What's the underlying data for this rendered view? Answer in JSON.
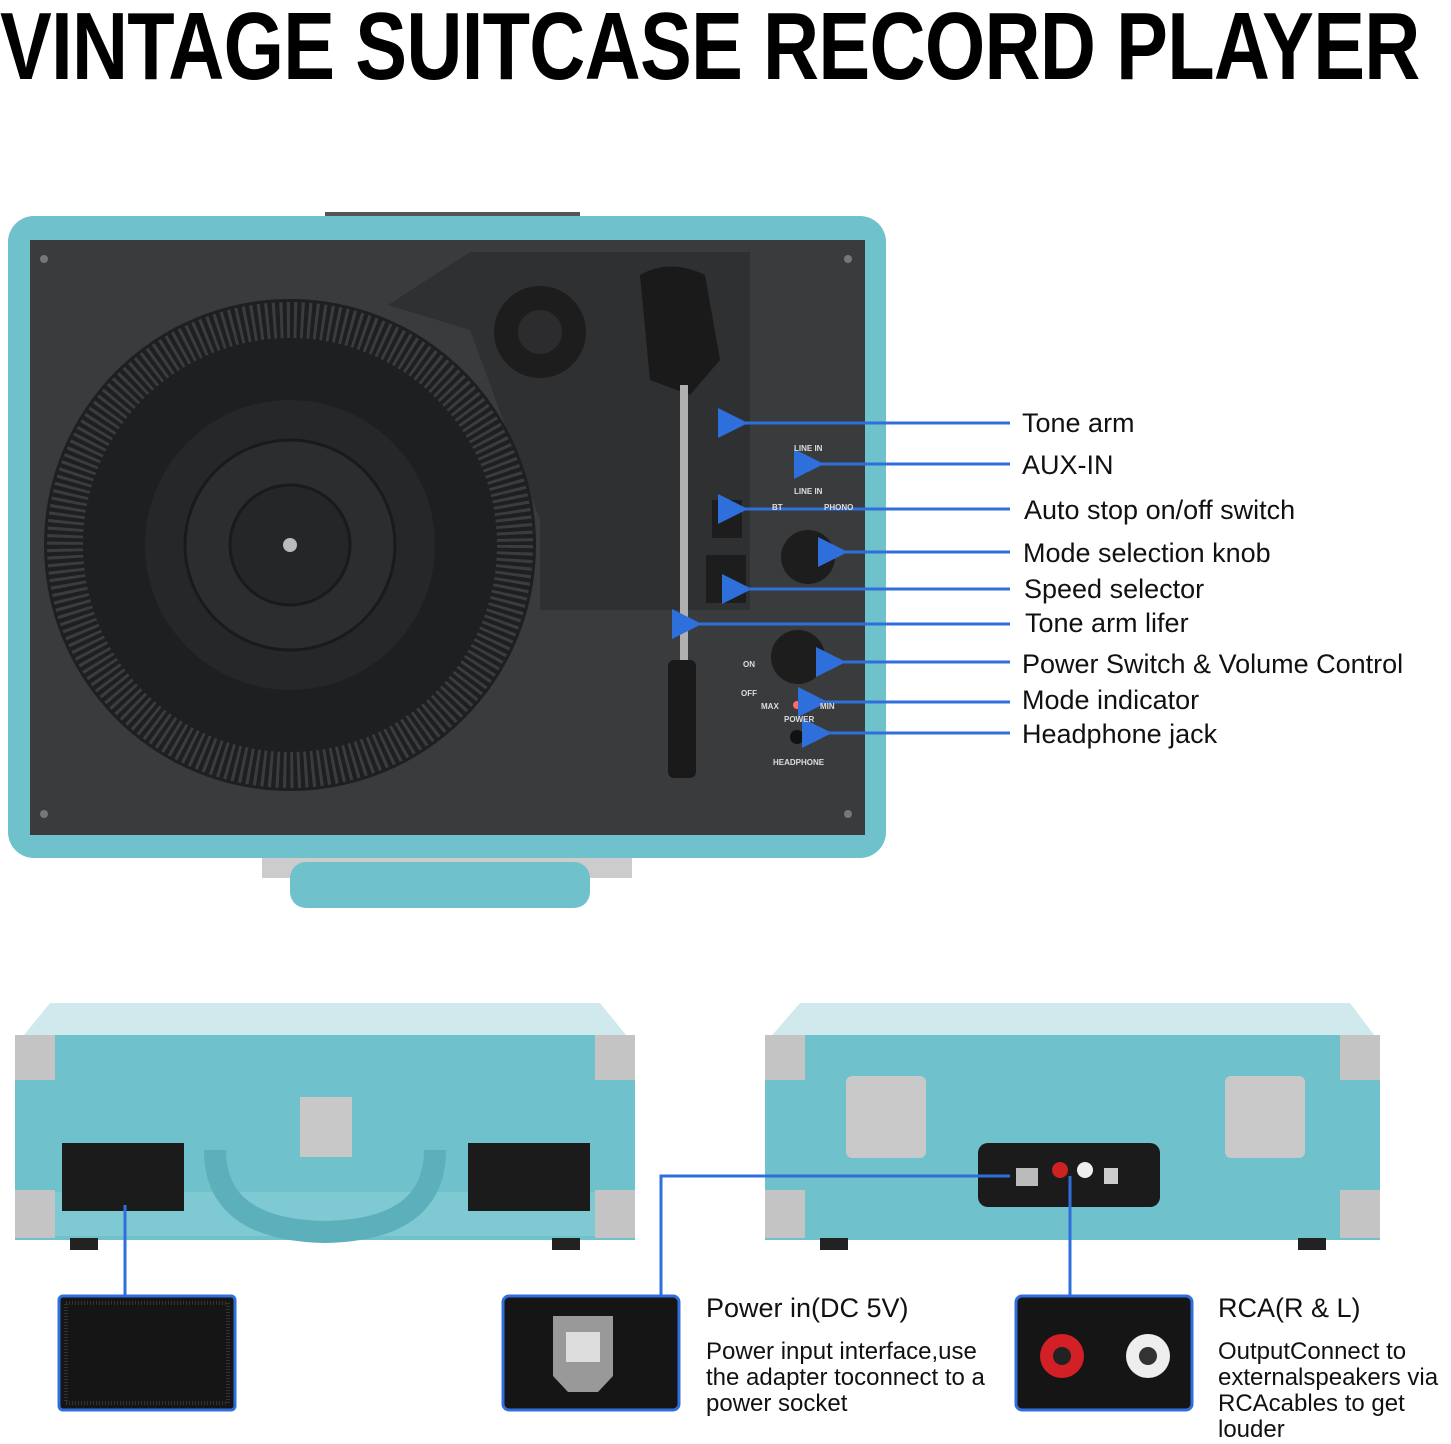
{
  "title": "VINTAGE SUITCASE RECORD PLAYER",
  "colors": {
    "teal": "#6fc1cc",
    "panel": "#3a3b3d",
    "arrow": "#2f6fdc",
    "title": "#000000"
  },
  "callouts": [
    {
      "label": "Tone arm"
    },
    {
      "label": "AUX-IN"
    },
    {
      "label": "Auto stop on/off switch"
    },
    {
      "label": "Mode selection knob"
    },
    {
      "label": "Speed selector"
    },
    {
      "label": "Tone arm lifer"
    },
    {
      "label": "Power Switch & Volume Control"
    },
    {
      "label": "Mode indicator"
    },
    {
      "label": "Headphone jack"
    }
  ],
  "panel_labels": {
    "line_in_1": "LINE IN",
    "line_in_2": "LINE IN",
    "bt": "BT",
    "phono": "PHONO",
    "on": "ON",
    "off": "OFF",
    "max": "MAX",
    "min": "MIN",
    "power": "POWER",
    "headphone": "HEADPHONE"
  },
  "power_in": {
    "heading": "Power in(DC 5V)",
    "description": "Power input interface,use the adapter toconnect to a power socket"
  },
  "rca": {
    "heading": "RCA(R & L)",
    "description": "OutputConnect to externalspeakers via RCAcables to get louder"
  }
}
